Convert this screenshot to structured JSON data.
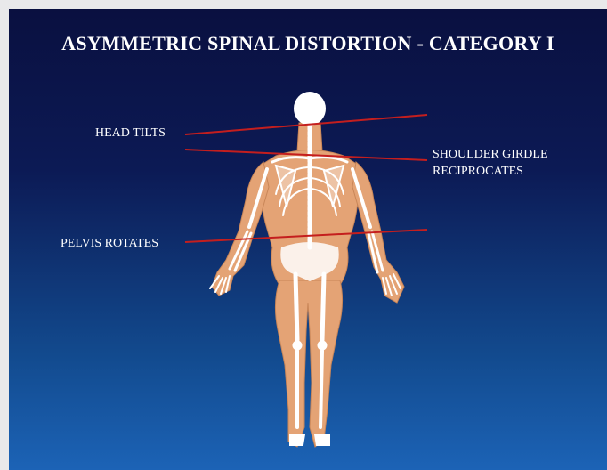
{
  "title": "ASYMMETRIC SPINAL DISTORTION - CATEGORY I",
  "labels": {
    "head": "HEAD TILTS",
    "shoulder_line1": "SHOULDER GIRDLE",
    "shoulder_line2": "RECIPROCATES",
    "pelvis": "PELVIS ROTATES"
  },
  "colors": {
    "skin": "#e4a375",
    "bone": "#ffffff",
    "indicator": "#c41e1e"
  }
}
